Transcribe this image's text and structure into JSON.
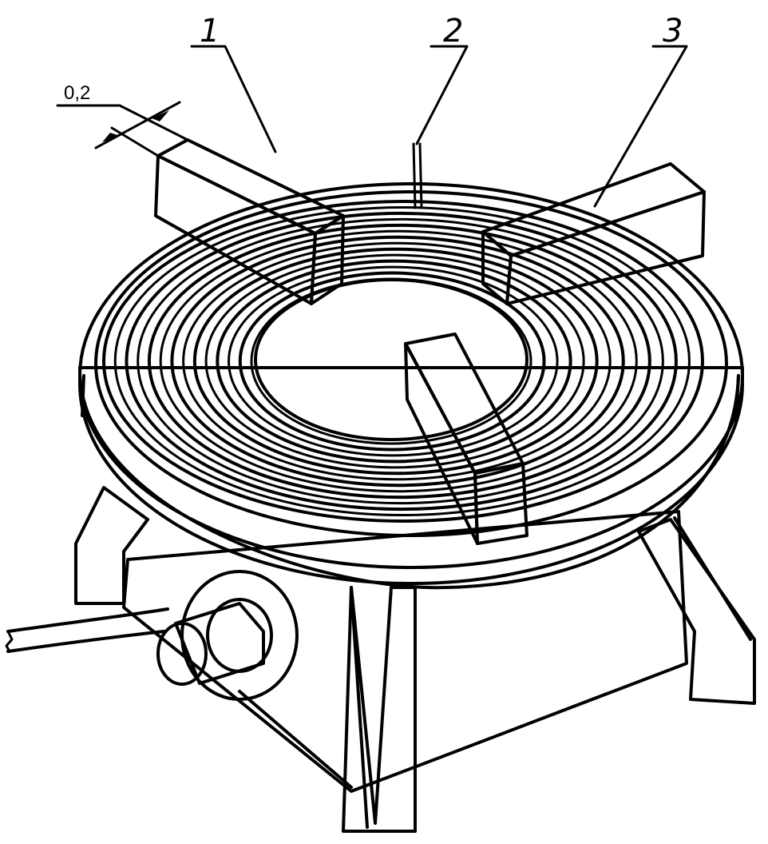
{
  "labels": {
    "dimension": "0,2",
    "callout_1": "1",
    "callout_2": "2",
    "callout_3": "3"
  },
  "colors": {
    "line": "#000000",
    "fill": "#ffffff"
  }
}
